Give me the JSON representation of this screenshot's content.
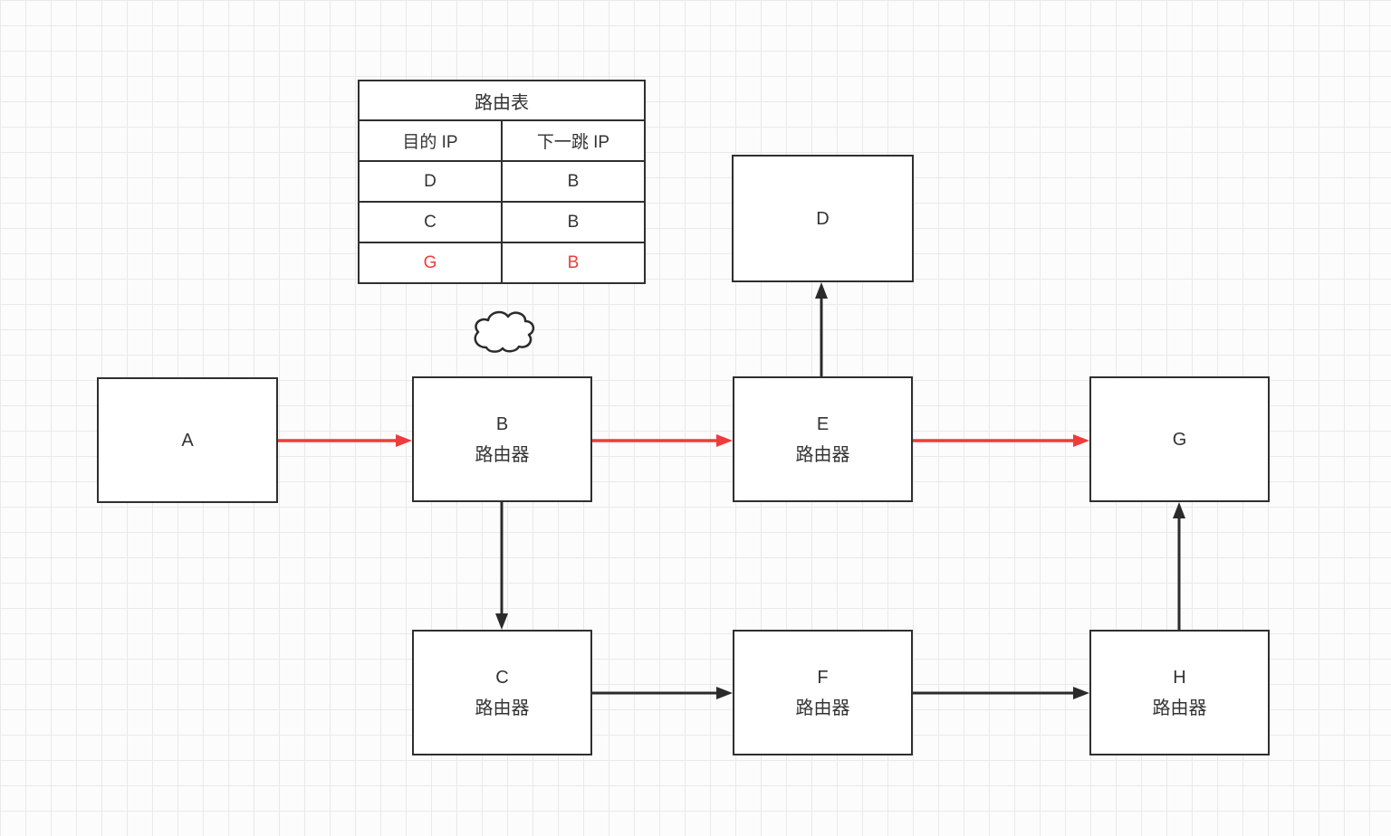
{
  "table": {
    "title": "路由表",
    "headers": [
      "目的 IP",
      "下一跳 IP"
    ],
    "rows": [
      {
        "dest": "D",
        "next": "B",
        "highlight": false
      },
      {
        "dest": "C",
        "next": "B",
        "highlight": false
      },
      {
        "dest": "G",
        "next": "B",
        "highlight": true
      }
    ]
  },
  "nodes": [
    {
      "id": "A",
      "label": "A",
      "sublabel": ""
    },
    {
      "id": "B",
      "label": "B",
      "sublabel": "路由器"
    },
    {
      "id": "C",
      "label": "C",
      "sublabel": "路由器"
    },
    {
      "id": "D",
      "label": "D",
      "sublabel": ""
    },
    {
      "id": "E",
      "label": "E",
      "sublabel": "路由器"
    },
    {
      "id": "F",
      "label": "F",
      "sublabel": "路由器"
    },
    {
      "id": "G",
      "label": "G",
      "sublabel": ""
    },
    {
      "id": "H",
      "label": "H",
      "sublabel": "路由器"
    }
  ],
  "edges": [
    {
      "from": "A",
      "to": "B",
      "color": "red"
    },
    {
      "from": "B",
      "to": "E",
      "color": "red"
    },
    {
      "from": "E",
      "to": "G",
      "color": "red"
    },
    {
      "from": "E",
      "to": "D",
      "color": "black"
    },
    {
      "from": "B",
      "to": "C",
      "color": "black"
    },
    {
      "from": "C",
      "to": "F",
      "color": "black"
    },
    {
      "from": "F",
      "to": "H",
      "color": "black"
    },
    {
      "from": "H",
      "to": "G",
      "color": "black"
    }
  ],
  "icons": {
    "cloud": "cloud-icon"
  },
  "colors": {
    "accent_red": "#ef3b3b",
    "line_black": "#2b2b2b",
    "border": "#2f2f2f"
  }
}
